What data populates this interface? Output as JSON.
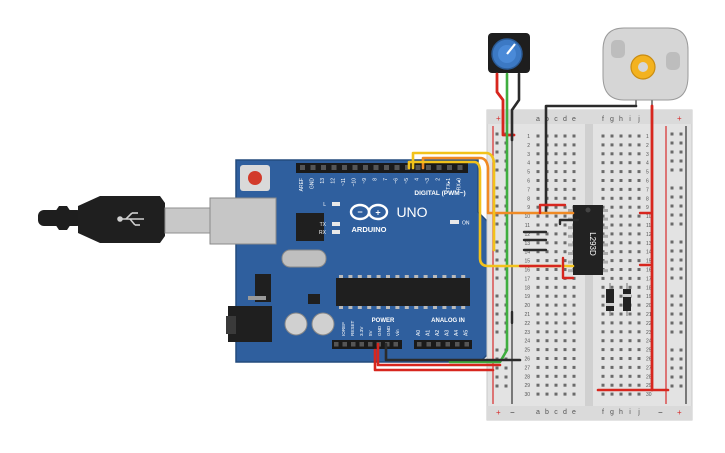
{
  "arduino": {
    "brand": "ARDUINO",
    "model": "UNO",
    "digital_header": "DIGITAL (PWM~)",
    "digital_pins": [
      "AREF",
      "GND",
      "13",
      "12",
      "~11",
      "~10",
      "~9",
      "8",
      "7",
      "~6",
      "~5",
      "4",
      "~3",
      "2",
      "TX▸1",
      "RX◂0"
    ],
    "power_label": "POWER",
    "power_pins": [
      "IOREF",
      "RESET",
      "3.3V",
      "5V",
      "GND",
      "GND",
      "Vin"
    ],
    "analog_label": "ANALOG IN",
    "analog_pins": [
      "A0",
      "A1",
      "A2",
      "A3",
      "A4",
      "A5"
    ],
    "led_labels": [
      "L",
      "TX",
      "RX"
    ],
    "on_label": "ON"
  },
  "ic": {
    "label": "L293D"
  },
  "breadboard": {
    "col_letters_left": [
      "a",
      "b",
      "c",
      "d",
      "e"
    ],
    "col_letters_right": [
      "f",
      "g",
      "h",
      "i",
      "j"
    ],
    "row_numbers": [
      "1",
      "2",
      "3",
      "4",
      "5",
      "6",
      "7",
      "8",
      "9",
      "10",
      "11",
      "12",
      "13",
      "14",
      "15",
      "16",
      "17",
      "18",
      "19",
      "20",
      "21",
      "22",
      "23",
      "24",
      "25",
      "26",
      "27",
      "28",
      "29",
      "30"
    ],
    "plus": "+",
    "minus": "−"
  },
  "colors": {
    "board": "#2f5f9e",
    "breadboard": "#e3e3e3",
    "wire_red": "#d7261e",
    "wire_black": "#2b2b2b",
    "wire_yellow": "#f2c21b",
    "wire_green": "#3fae3f",
    "wire_orange": "#f08a24"
  }
}
